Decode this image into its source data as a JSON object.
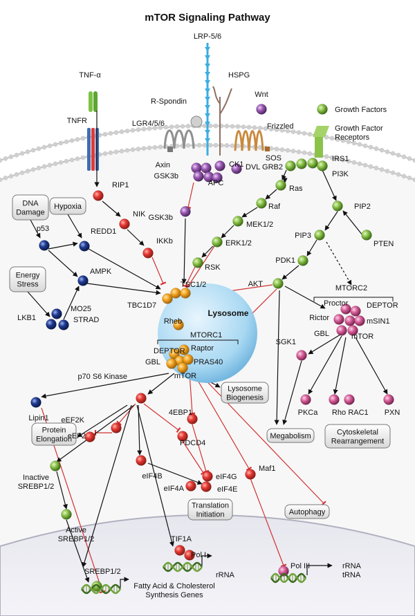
{
  "title": "mTOR Signaling Pathway",
  "colors": {
    "red": "#e53935",
    "green": "#8bc34a",
    "purple": "#9c5bb5",
    "navy": "#1f3a93",
    "orange": "#f5a623",
    "pink": "#d9609a",
    "inhibit": "#d32f2f",
    "arrow": "#111111"
  },
  "receptors": {
    "tnfa": "TNF-α",
    "tnfr": "TNFR",
    "rspondin": "R-Spondin",
    "lgr": "LGR4/5/6",
    "lrp": "LRP-5/6",
    "hspg": "HSPG",
    "wnt": "Wnt",
    "frizzled": "Frizzled",
    "gf": "Growth Factors",
    "gfr": "Growth Factor\nReceptors"
  },
  "wnt_branch": {
    "axin": "Axin",
    "gsk3b": "GSK3b",
    "ck1": "CK1",
    "dvl": "DVL",
    "apc": "APC",
    "gsk3b_lower": "GSK3b"
  },
  "tnf_branch": {
    "rip1": "RIP1",
    "nik": "NIK",
    "ikkb": "IKKb"
  },
  "stress_branch": {
    "dna_damage": "DNA\nDamage",
    "hypoxia": "Hypoxia",
    "p53": "p53",
    "redd1": "REDD1",
    "energy_stress": "Energy\nStress",
    "ampk": "AMPK",
    "mo25": "MO25",
    "lkb1": "LKB1",
    "strad": "STRAD"
  },
  "gf_branch": {
    "grb2": "GRB2",
    "sos": "SOS",
    "irs1": "IRS1",
    "pi3k": "PI3K",
    "ras": "Ras",
    "raf": "Raf",
    "mek": "MEK1/2",
    "erk": "ERK1/2",
    "rsk": "RSK",
    "pip2": "PIP2",
    "pip3": "PIP3",
    "pten": "PTEN",
    "pdk1": "PDK1",
    "akt": "AKT"
  },
  "lysosome": {
    "label": "Lysosome",
    "tsc": "TSC1/2",
    "tbc1d7": "TBC1D7",
    "rheb": "Rheb",
    "mtorc1": "MTORC1",
    "deptor": "DEPTOR",
    "raptor": "Raptor",
    "gbl": "GBL",
    "pras40": "PRAS40",
    "mtor": "mTOR"
  },
  "mtorc2": {
    "label": "MTORC2",
    "proctor": "Proctor",
    "deptor": "DEPTOR",
    "rictor": "Rictor",
    "msin1": "mSIN1",
    "gbl": "GBL",
    "mtor": "mTOR",
    "sgk1": "SGK1",
    "pkca": "PKCa",
    "rho": "Rho",
    "rac1": "RAC1",
    "pxn": "PXN",
    "cytoskeletal": "Cytoskeletal\nRearrangement",
    "megabolism": "Megabolism"
  },
  "downstream": {
    "lipin1": "Lipin1",
    "s6k": "p70 S6 Kinase",
    "lyso_bio": "Lysosome\nBiogenesis",
    "protein_elong": "Protein\nElongation",
    "eef2k": "eEF2K",
    "eef2": "eEF2",
    "ebp1": "4EBP1",
    "pdcd4": "PDCD4",
    "eif4b": "eIF4B",
    "eif4g": "eIF4G",
    "eif4a": "eIF4A",
    "eif4e": "eIF4E",
    "maf1": "Maf1",
    "transl_init": "Translation\nInitiation",
    "autophagy": "Autophagy",
    "inactive_srebp": "Inactive\nSREBP1/2",
    "active_srebp": "Active\nSREBP1/2"
  },
  "nucleus": {
    "tif1a": "TIF1A",
    "pol1": "Pol I",
    "rrna": "rRNA",
    "srebp": "SREBP1/2",
    "fatty": "Fatty Acid & Cholesterol\nSynthesis Genes",
    "pol3": "Pol III",
    "rrna_trna": "rRNA\ntRNA"
  }
}
